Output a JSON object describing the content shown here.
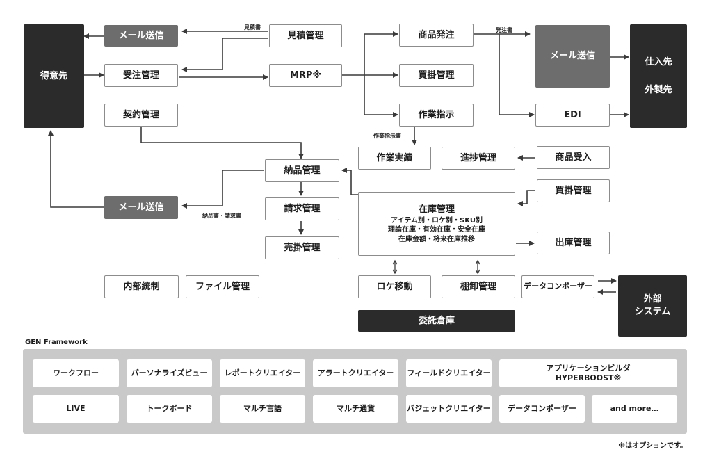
{
  "nodes": {
    "tokuisaki": "得意先",
    "mail_top": "メール送信",
    "juchu": "受注管理",
    "keiyaku": "契約管理",
    "mitsumori": "見積管理",
    "mrp": "MRP※",
    "shohin_hatchu": "商品発注",
    "kaikake": "買掛管理",
    "sagyo_shiji": "作業指示",
    "mail_right": "メール送信",
    "edi": "EDI",
    "shiiresaki_line1": "仕入先",
    "shiiresaki_line2": "外製先",
    "sagyo_jisseki": "作業実績",
    "shinchoku": "進捗管理",
    "shohin_ukeire": "商品受入",
    "kaikake2": "買掛管理",
    "nohin": "納品管理",
    "seikyu": "請求管理",
    "urikake": "売掛管理",
    "mail_mid": "メール送信",
    "zaiko": {
      "title": "在庫管理",
      "line1": "アイテム別・ロケ別・SKU別",
      "line2": "理論在庫・有効在庫・安全在庫",
      "line3": "在庫金額・将来在庫推移"
    },
    "shukko": "出庫管理",
    "roke": "ロケ移動",
    "tanaoroshi": "棚卸管理",
    "data_composer": "データコンポーザー",
    "gaibu_line1": "外部",
    "gaibu_line2": "システム",
    "naibu": "内部統制",
    "file": "ファイル管理",
    "itaku": "委託倉庫"
  },
  "labels": {
    "mitsumorisho": "見積書",
    "hatchusho": "発注書",
    "sagyo_shijisho": "作業指示書",
    "nohinsho": "納品書・請求書"
  },
  "framework": {
    "title": "GEN Framework",
    "items": [
      "ワークフロー",
      "パーソナライズビュー",
      "レポートクリエイター",
      "アラートクリエイター",
      "フィールドクリエイター",
      "LIVE",
      "トークボード",
      "マルチ言語",
      "マルチ通貨",
      "バジェットクリエイター",
      "データコンポーザー",
      "and more…"
    ],
    "builder_line1": "アプリケーションビルダ",
    "builder_line2": "HYPERBOOST※"
  },
  "note": "※はオプションです。",
  "colors": {
    "dark": "#2b2b2b",
    "gray": "#6d6d6d",
    "line": "#3a3a3a",
    "framework_bg": "#c9c9c9"
  }
}
